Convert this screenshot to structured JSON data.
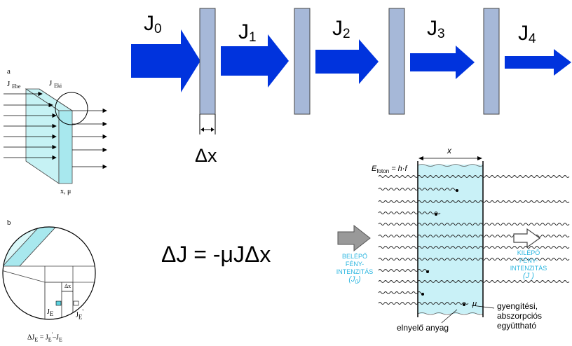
{
  "top_sequence": {
    "intensity_labels": [
      {
        "base": "J",
        "sub": "0"
      },
      {
        "base": "J",
        "sub": "1"
      },
      {
        "base": "J",
        "sub": "2"
      },
      {
        "base": "J",
        "sub": "3"
      },
      {
        "base": "J",
        "sub": "4"
      }
    ],
    "thickness_label": "Δx",
    "slab_color": "#a6b8d8",
    "arrow_color": "#0033dd"
  },
  "equation": "ΔJ = -μJΔx",
  "panel_a": {
    "letter": "a",
    "j_in": {
      "base": "J",
      "sub": "Ebe"
    },
    "j_out": {
      "base": "J",
      "sub": "Eki"
    },
    "bottom_label": "x, μ",
    "slab_color": "#c6f2f4"
  },
  "panel_b": {
    "letter": "b",
    "dx_label": "Δx",
    "je_left": {
      "base": "J",
      "sub": "E"
    },
    "je_right": {
      "base": "J",
      "sub": "E",
      "prime": "'"
    },
    "formula": {
      "lhs": "ΔJ",
      "lhs_sub": "E",
      "eq": " = J",
      "mid_sub": "E",
      "prime": "'",
      "rhs": "–J",
      "rhs_sub": "E"
    }
  },
  "photon_diagram": {
    "energy_label": {
      "var": "E",
      "sub": "foton",
      "rhs": " = h·f"
    },
    "x_label": "x",
    "mu_label": "μ",
    "incoming_label": [
      "BELÉPŐ",
      "FÉNY-",
      "INTENZITÁS"
    ],
    "incoming_symbol": "(J",
    "incoming_symbol_sub": "0",
    "incoming_symbol_close": ")",
    "outgoing_label": [
      "KILÉPŐ",
      "FÉNY-",
      "INTENZITÁS"
    ],
    "outgoing_symbol": "(J )",
    "absorber_label": "elnyelő anyag",
    "coefficient_label": [
      "gyengítési,",
      "abszorpciós",
      "együttható"
    ],
    "label_color": "#2bb6e0",
    "medium_color": "#c9f1f7"
  }
}
